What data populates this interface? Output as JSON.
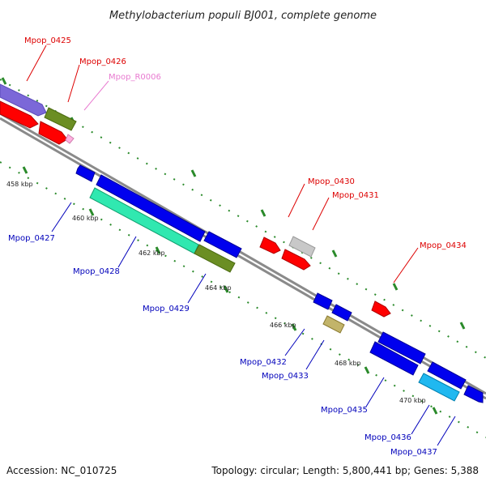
{
  "title": "Methylobacterium populi BJ001, complete genome",
  "footer": {
    "accession": "Accession: NC_010725",
    "topology": "Topology: circular; Length: 5,800,441 bp; Genes: 5,388"
  },
  "kbp_labels": [
    "458 kbp",
    "460 kbp",
    "462 kbp",
    "464 kbp",
    "466 kbp",
    "468 kbp",
    "470 kbp"
  ],
  "genes_upper": [
    {
      "name": "Mpop_0425",
      "color": "#dd0000"
    },
    {
      "name": "Mpop_0426",
      "color": "#dd0000"
    },
    {
      "name": "Mpop_R0006",
      "color": "#e87ad0"
    },
    {
      "name": "Mpop_0430",
      "color": "#dd0000"
    },
    {
      "name": "Mpop_0431",
      "color": "#dd0000"
    },
    {
      "name": "Mpop_0434",
      "color": "#dd0000"
    }
  ],
  "genes_lower": [
    {
      "name": "Mpop_0427",
      "color": "#0000bb"
    },
    {
      "name": "Mpop_0428",
      "color": "#0000bb"
    },
    {
      "name": "Mpop_0429",
      "color": "#0000bb"
    },
    {
      "name": "Mpop_0432",
      "color": "#0000bb"
    },
    {
      "name": "Mpop_0433",
      "color": "#0000bb"
    },
    {
      "name": "Mpop_0435",
      "color": "#0000bb"
    },
    {
      "name": "Mpop_0436",
      "color": "#0000bb"
    },
    {
      "name": "Mpop_0437",
      "color": "#0000bb"
    }
  ],
  "colors": {
    "backbone": "#8a8a8a",
    "tick": "#2a8a2a",
    "red": "#ff0000",
    "blue": "#0000ee",
    "purple": "#7b68d8",
    "olive": "#6b8e23",
    "grey": "#c8c8c8",
    "khaki": "#c2b46a",
    "aqua": "#30e8b0",
    "cyan": "#20b8f0",
    "pink": "#ffb0e0"
  }
}
